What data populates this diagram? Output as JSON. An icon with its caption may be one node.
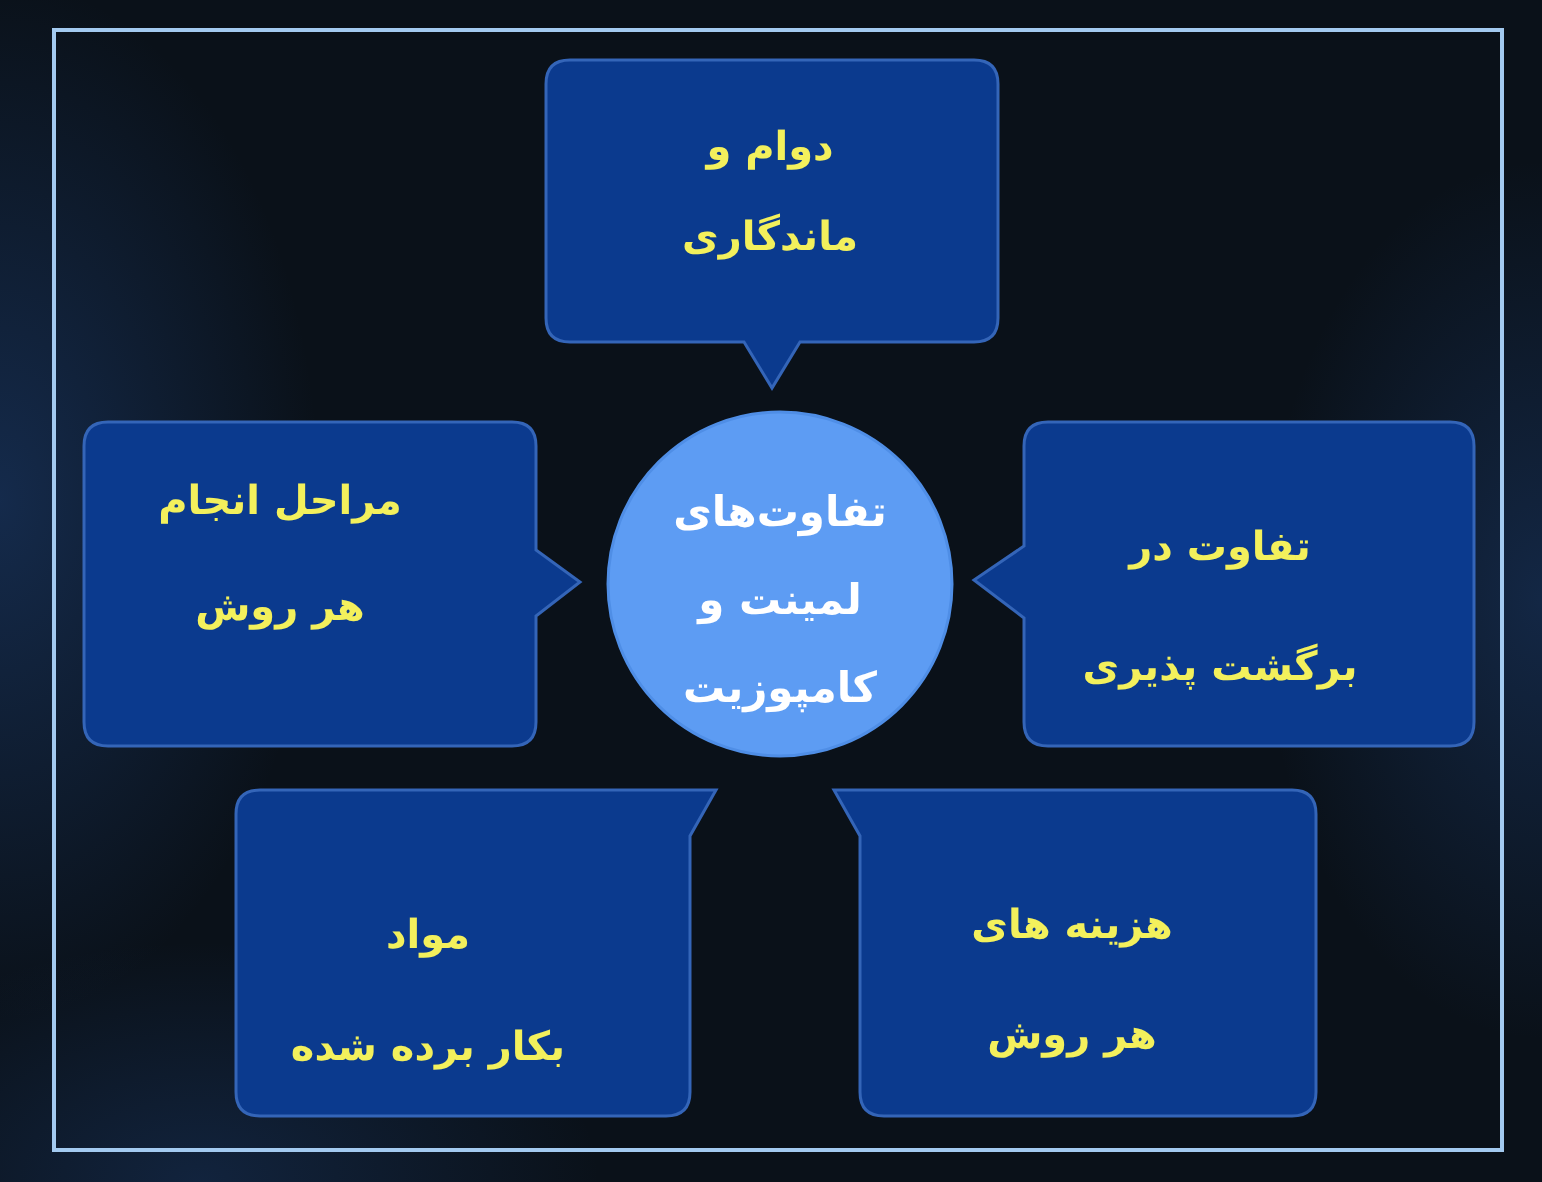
{
  "diagram": {
    "nodes": [
      {
        "text": [
          "دوام و ماندگاری"
        ]
      },
      {
        "text": [
          "مراحل انجام هر روش"
        ]
      },
      {
        "text": [
          "تفاوت‌های لمینت و کامپوزیت"
        ]
      },
      {
        "text": [
          "تفاوت در برگشت پذیری"
        ]
      },
      {
        "text": [
          "مواد بکار برده شده"
        ]
      },
      {
        "text": [
          "هزینه های هر روش"
        ]
      }
    ]
  }
}
